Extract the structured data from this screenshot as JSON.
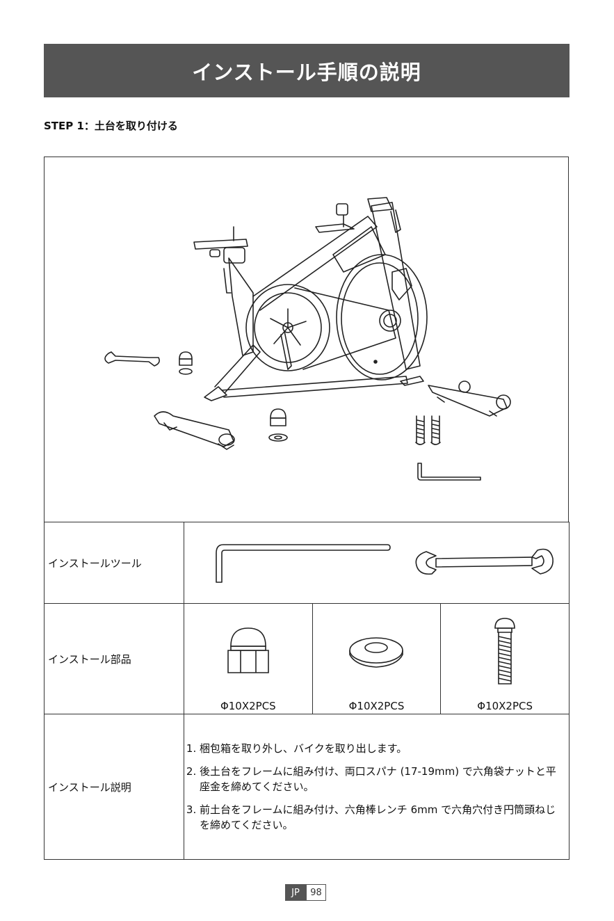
{
  "header": {
    "title": "インストール手順の説明"
  },
  "step": {
    "title": "STEP 1：土台を取り付ける"
  },
  "table": {
    "tools_label": "インストールツール",
    "parts_label": "インストール部品",
    "howto_label": "インストール説明",
    "parts": [
      {
        "icon": "acorn-nut-icon",
        "spec": "Φ10X2PCS"
      },
      {
        "icon": "washer-icon",
        "spec": "Φ10X2PCS"
      },
      {
        "icon": "bolt-icon",
        "spec": "Φ10X2PCS"
      }
    ],
    "instructions": [
      "梱包箱を取り外し、バイクを取り出します。",
      "後土台をフレームに組み付け、両口スパナ (17-19mm) で六角袋ナットと平座金を締めてください。",
      "前土台をフレームに組み付け、六角棒レンチ 6mm で六角穴付き円筒頭ねじを締めてください。"
    ]
  },
  "footer": {
    "lang": "JP",
    "page": "98"
  }
}
